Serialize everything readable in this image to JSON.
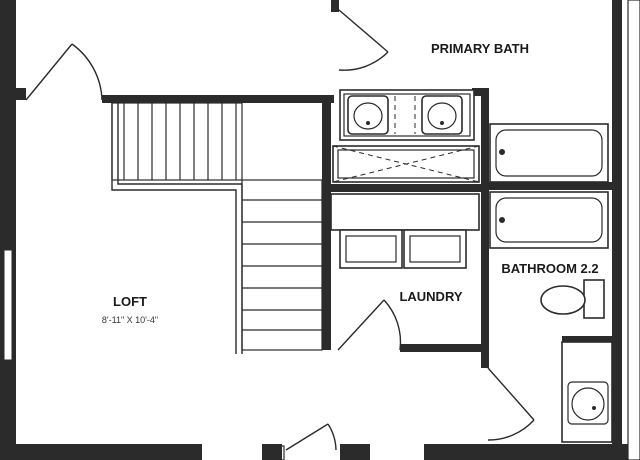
{
  "rooms": {
    "primary_bath": {
      "label": "PRIMARY BATH"
    },
    "loft": {
      "label": "LOFT",
      "dimensions": "8'-11\" X 10'-4\""
    },
    "laundry": {
      "label": "LAUNDRY"
    },
    "bathroom_2_2": {
      "label": "BATHROOM 2.2"
    }
  },
  "colors": {
    "wall": "#2b2b2b",
    "background": "#ffffff"
  }
}
